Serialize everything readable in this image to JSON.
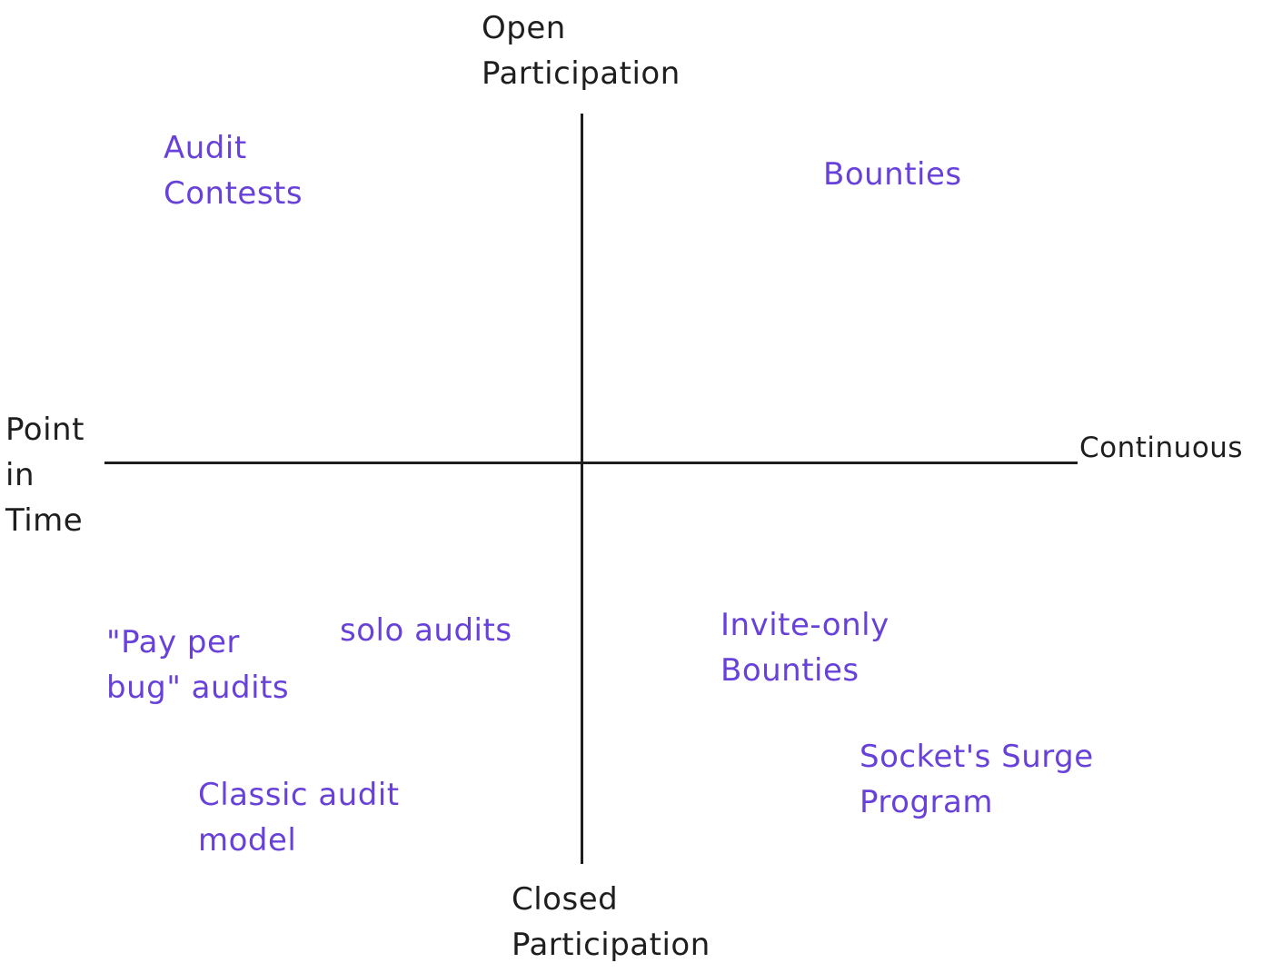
{
  "axes": {
    "top": [
      "Open",
      "Participation"
    ],
    "bottom": [
      "Closed",
      "Participation"
    ],
    "left": [
      "Point",
      "in",
      "Time"
    ],
    "right": "Continuous"
  },
  "items": {
    "audit_contests": [
      "Audit",
      "Contests"
    ],
    "bounties": "Bounties",
    "pay_per_bug": [
      "\"Pay per",
      "bug\" audits"
    ],
    "solo_audits": "solo audits",
    "invite_only": [
      "Invite-only",
      "Bounties"
    ],
    "classic": [
      "Classic audit",
      "model"
    ],
    "socket": [
      "Socket's Surge",
      "Program"
    ]
  },
  "colors": {
    "axis": "#1e1e1e",
    "item": "#6741d9",
    "background": "#ffffff"
  }
}
